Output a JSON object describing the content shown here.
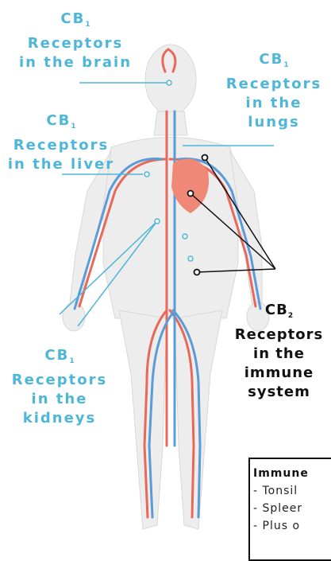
{
  "labels": {
    "brain": {
      "prefix": "CB",
      "sub": "1",
      "line2": "Receptors",
      "line3": "in the brain"
    },
    "lungs": {
      "prefix": "CB",
      "sub": "1",
      "line2": "Receptors",
      "line3": "in the",
      "line4": "lungs"
    },
    "liver": {
      "prefix": "CB",
      "sub": "1",
      "line2": "Receptors",
      "line3": "in the liver"
    },
    "kidneys": {
      "prefix": "CB",
      "sub": "1",
      "line2": "Receptors",
      "line3": "in the",
      "line4": "kidneys"
    },
    "immune": {
      "prefix": "CB",
      "sub": "2",
      "line2": "Receptors",
      "line3": "in the",
      "line4": "immune",
      "line5": "system"
    }
  },
  "legend": {
    "title": "Immune",
    "items": [
      "- Tonsil",
      "- Spleer",
      "- Plus o"
    ]
  },
  "colors": {
    "cb1": "#4eb6d8",
    "artery": "#e8685a",
    "vein": "#5a9bd8",
    "body": "#ececec",
    "heart": "#f08878"
  }
}
